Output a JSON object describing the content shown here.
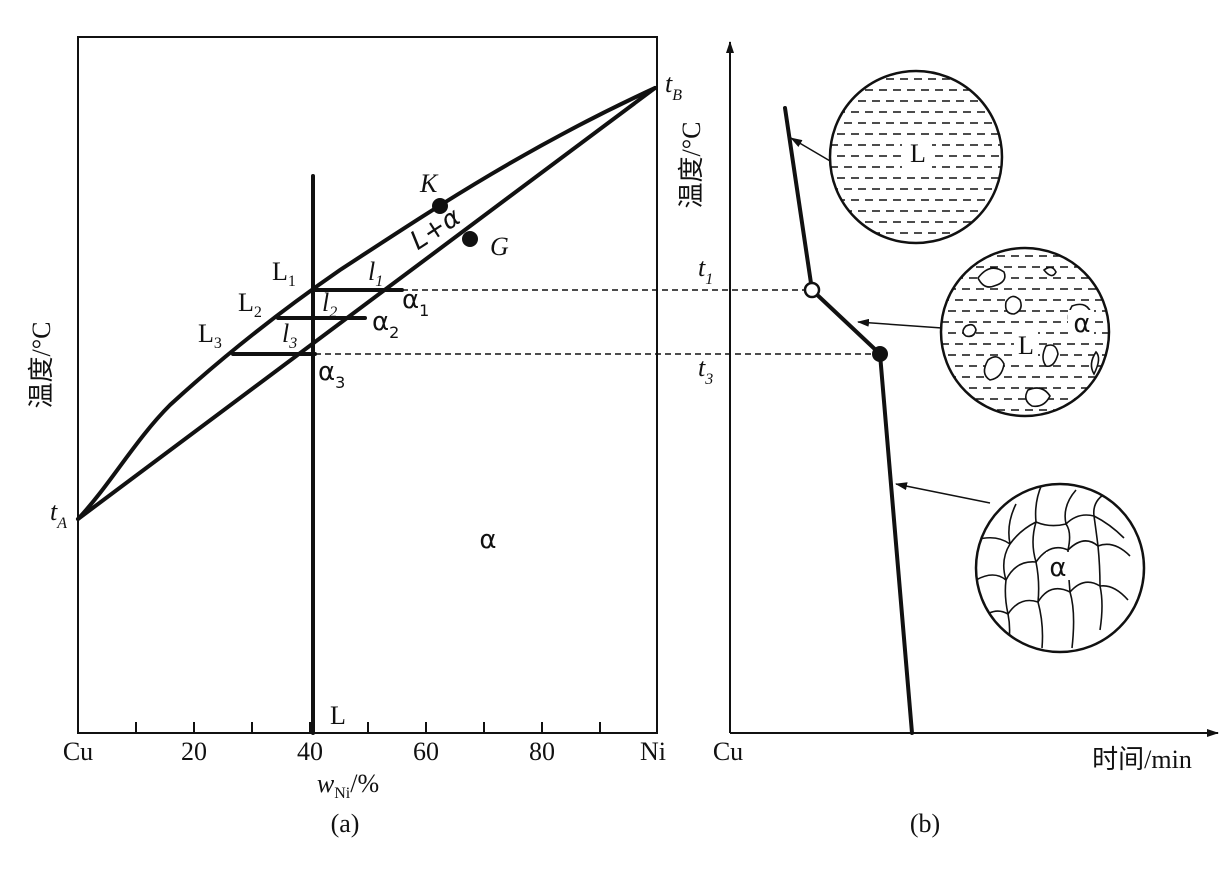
{
  "panel_a": {
    "caption": "(a)",
    "y_axis_title": "温度/°C",
    "x_axis_title_main": "w",
    "x_axis_title_sub": "Ni",
    "x_axis_title_unit": "/%",
    "x_ticks": [
      "Cu",
      "20",
      "40",
      "60",
      "80",
      "Ni"
    ],
    "labels": {
      "tA_main": "t",
      "tA_sub": "A",
      "tB_main": "t",
      "tB_sub": "B",
      "K": "K",
      "G": "G",
      "two_phase": "L+α",
      "alpha_region": "α",
      "L_bottom": "L",
      "L1_main": "L",
      "L1_sub": "1",
      "L2_main": "L",
      "L2_sub": "2",
      "L3_main": "L",
      "L3_sub": "3",
      "l1_main": "l",
      "l1_sub": "1",
      "l2_main": "l",
      "l2_sub": "2",
      "l3_main": "l",
      "l3_sub": "3",
      "a1_main": "α",
      "a1_sub": "1",
      "a2_main": "α",
      "a2_sub": "2",
      "a3_main": "α",
      "a3_sub": "3"
    }
  },
  "panel_b": {
    "caption": "(b)",
    "y_axis_title": "温度/°C",
    "x_axis_title": "时间/min",
    "origin_label": "Cu",
    "t1_main": "t",
    "t1_sub": "1",
    "t3_main": "t",
    "t3_sub": "3",
    "micro_liquid_label": "L",
    "micro_mixed_L_label": "L",
    "micro_mixed_alpha_label": "α",
    "micro_solid_label": "α"
  }
}
